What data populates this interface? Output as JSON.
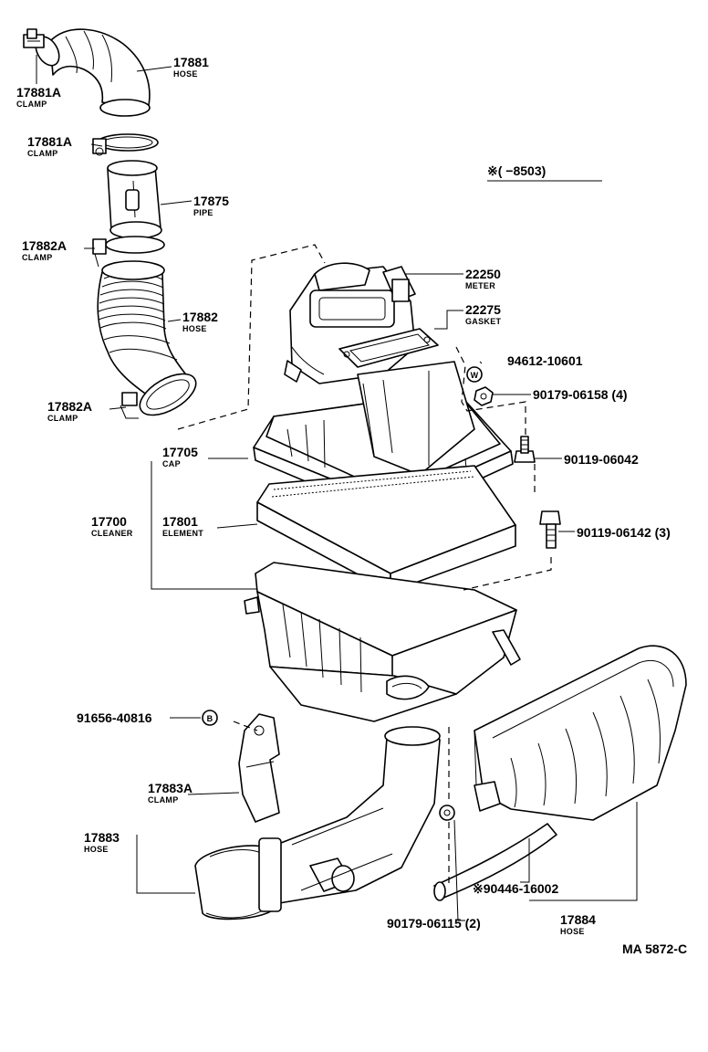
{
  "labels": {
    "hose_17881": "17881",
    "hose_17881_sub": "HOSE",
    "clamp_17881a_top": "17881A",
    "clamp_17881a_top_sub": "CLAMP",
    "clamp_17881a_mid": "17881A",
    "clamp_17881a_mid_sub": "CLAMP",
    "pipe_17875": "17875",
    "pipe_17875_sub": "PIPE",
    "clamp_17882a_top": "17882A",
    "clamp_17882a_top_sub": "CLAMP",
    "hose_17882": "17882",
    "hose_17882_sub": "HOSE",
    "clamp_17882a_bot": "17882A",
    "clamp_17882a_bot_sub": "CLAMP",
    "range_note": "※(      −8503)",
    "meter_22250": "22250",
    "meter_22250_sub": "METER",
    "gasket_22275": "22275",
    "gasket_22275_sub": "GASKET",
    "washer_94612": "94612-10601",
    "nut_90179_06158": "90179-06158 (4)",
    "bolt_90119_06042": "90119-06042",
    "cap_17705": "17705",
    "cap_17705_sub": "CAP",
    "cleaner_17700": "17700",
    "cleaner_17700_sub": "CLEANER",
    "element_17801": "17801",
    "element_17801_sub": "ELEMENT",
    "bolt_90119_06142": "90119-06142 (3)",
    "bolt_91656": "91656-40816",
    "clamp_17883a": "17883A",
    "clamp_17883a_sub": "CLAMP",
    "hose_17883": "17883",
    "hose_17883_sub": "HOSE",
    "part_90446": "※90446-16002",
    "nut_90179_06115": "90179-06115 (2)",
    "hose_17884": "17884",
    "hose_17884_sub": "HOSE",
    "diagram_code": "MA 5872-C"
  },
  "markers": {
    "washer": "W",
    "bolt": "B"
  }
}
